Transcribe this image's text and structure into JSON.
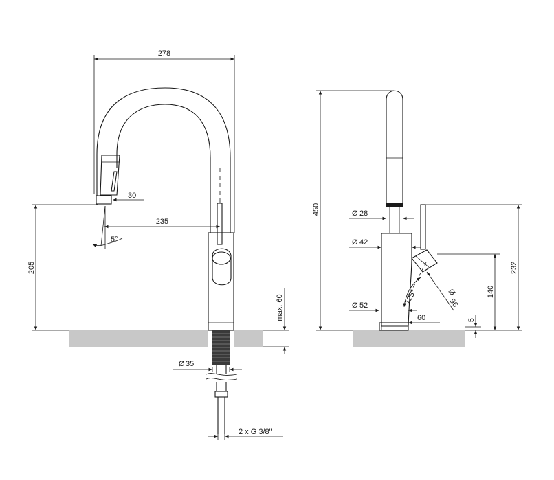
{
  "dimensions": {
    "width_total": "278",
    "spout_tip": "30",
    "reach": "235",
    "angle_tip": "5°",
    "height_spout": "205",
    "max_deck": "max. 60",
    "hole_diameter": "35",
    "connections": "2 x G 3/8\"",
    "height_total": "450",
    "dia_28": "28",
    "dia_42": "42",
    "dia_52": "52",
    "lever_angle": "125°",
    "lever_dia": "96",
    "lever_offset": "60",
    "lever_height": "140",
    "top_height": "232",
    "base_height": "5"
  },
  "symbols": {
    "diameter": "Ø"
  },
  "colors": {
    "line": "#1a1a1a",
    "counter": "#c8c8c8",
    "background": "#ffffff"
  }
}
